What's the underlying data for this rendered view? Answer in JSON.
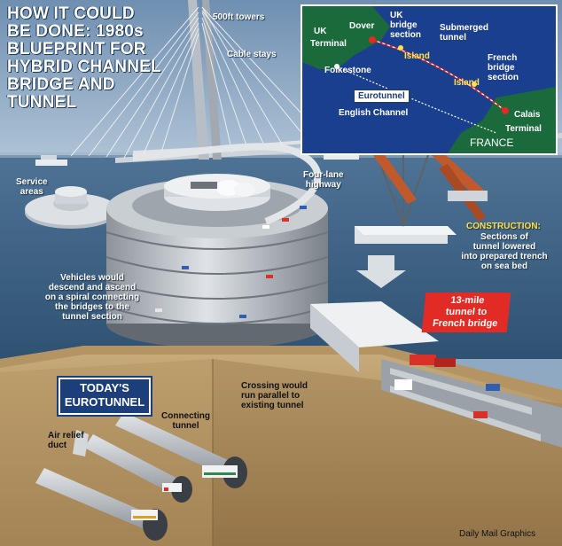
{
  "headline": "HOW IT COULD\nBE DONE: 1980s\nBLUEPRINT FOR\nHYBRID CHANNEL\nBRIDGE AND\nTUNNEL",
  "labels": {
    "towers": "500ft towers",
    "cable_stays": "Cable stays",
    "service_areas": "Service\nareas",
    "four_lane": "Four-lane\nhighway",
    "vehicles": "Vehicles would\ndescend and ascend\non a spiral connecting\nthe bridges to the\ntunnel section",
    "construction_title": "CONSTRUCTION:",
    "construction_body": "Sections of\ntunnel lowered\ninto prepared trench\non sea bed",
    "tunnel_13": "13-mile\ntunnel to\nFrench bridge",
    "crossing": "Crossing would\nrun parallel to\nexisting tunnel",
    "todays": "TODAY'S\nEUROTUNNEL",
    "connecting": "Connecting\ntunnel",
    "air_relief": "Air relief\nduct",
    "credit": "Daily Mail Graphics"
  },
  "map": {
    "uk": "UK",
    "terminal_uk": "Terminal",
    "dover": "Dover",
    "uk_bridge": "UK\nbridge\nsection",
    "island1": "Island",
    "submerged": "Submerged\ntunnel",
    "french_bridge": "French\nbridge\nsection",
    "island2": "Island",
    "folkestone": "Folkestone",
    "eurotunnel": "Eurotunnel",
    "english_channel": "English Channel",
    "calais": "Calais",
    "terminal_fr": "Terminal",
    "france": "FRANCE"
  },
  "colors": {
    "map_sea": "#1b3f8f",
    "land_green": "#1a6a3b",
    "accent_red": "#e22b24",
    "navy": "#1c3e7a",
    "highlight": "#ffe14a"
  }
}
